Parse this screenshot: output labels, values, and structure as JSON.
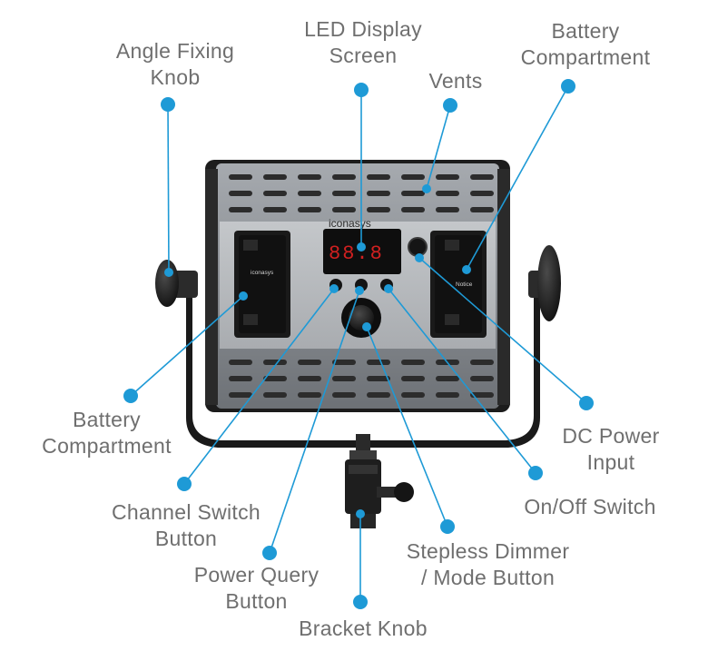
{
  "colors": {
    "accent": "#1e9ad6",
    "label_text": "#6f6f6f",
    "panel_body": "#8d9196",
    "frame": "#1c1c1c"
  },
  "device": {
    "brand": "iconasys",
    "display_digits": "88.8",
    "notice_text": "Notice"
  },
  "labels": {
    "angle_fixing_knob": [
      "Angle Fixing",
      "Knob"
    ],
    "led_display_screen": [
      "LED Display",
      "Screen"
    ],
    "vents": [
      "Vents"
    ],
    "battery_compartment_top": [
      "Battery",
      "Compartment"
    ],
    "battery_compartment_left": [
      "Battery",
      "Compartment"
    ],
    "dc_power_input": [
      "DC Power",
      "Input"
    ],
    "on_off_switch": [
      "On/Off Switch"
    ],
    "channel_switch_button": [
      "Channel Switch",
      "Button"
    ],
    "stepless_dimmer": [
      "Stepless Dimmer",
      "/ Mode Button"
    ],
    "power_query_button": [
      "Power Query",
      "Button"
    ],
    "bracket_knob": [
      "Bracket Knob"
    ]
  }
}
